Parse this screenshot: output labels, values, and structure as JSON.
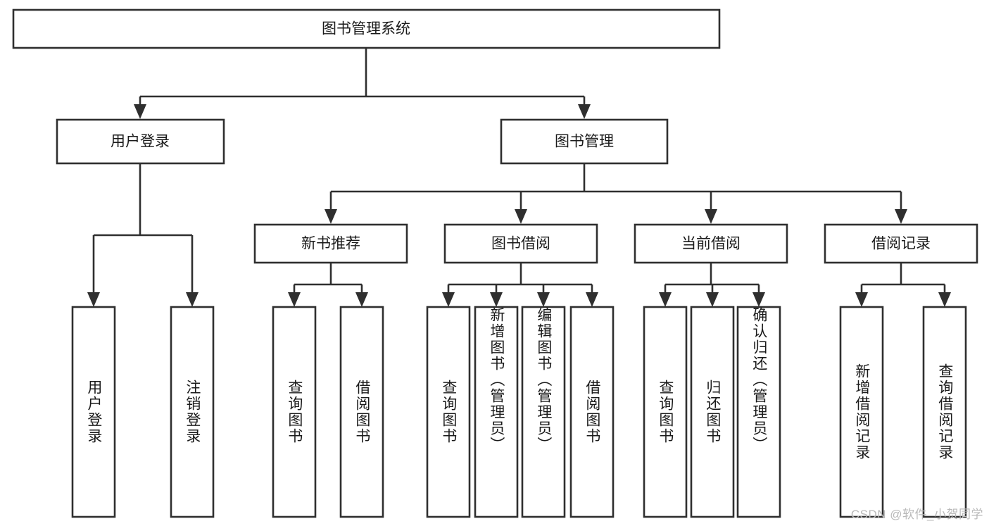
{
  "diagram": {
    "title": "图书管理系统",
    "type": "hierarchy-tree",
    "watermark": "CSDN @软件_小贺同学",
    "colors": {
      "stroke": "#2f2f2f",
      "box_fill": "#ffffff",
      "text": "#1a1a1a",
      "background": "#ffffff",
      "watermark": "#b9b9b9"
    },
    "root": {
      "label": "图书管理系统"
    },
    "level2": [
      {
        "label": "用户登录"
      },
      {
        "label": "图书管理"
      }
    ],
    "level3": [
      {
        "label": "新书推荐"
      },
      {
        "label": "图书借阅"
      },
      {
        "label": "当前借阅"
      },
      {
        "label": "借阅记录"
      }
    ],
    "leaves": {
      "user_login": [
        {
          "label": "用户登录"
        },
        {
          "label": "注销登录"
        }
      ],
      "new_book_recommend": [
        {
          "label": "查询图书"
        },
        {
          "label": "借阅图书"
        }
      ],
      "book_borrow": [
        {
          "label": "查询图书"
        },
        {
          "label": "新增图书（管理员）"
        },
        {
          "label": "编辑图书（管理员）"
        },
        {
          "label": "借阅图书"
        }
      ],
      "current_borrow": [
        {
          "label": "查询图书"
        },
        {
          "label": "归还图书"
        },
        {
          "label": "确认归还（管理员）"
        }
      ],
      "borrow_record": [
        {
          "label": "新增借阅记录"
        },
        {
          "label": "查询借阅记录"
        }
      ]
    }
  }
}
